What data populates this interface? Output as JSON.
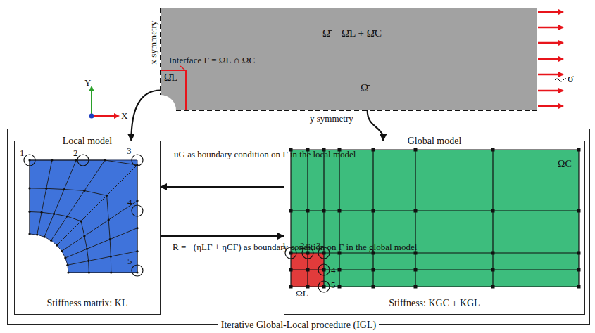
{
  "diagram": {
    "nodes": [
      {
        "text": [
          "Ω̄ = Ω̄L + Ω̄C",
          "Ω̄"
        ]
      },
      {
        "text": [
          "Ω̄L"
        ],
        "in": 0
      },
      {
        "text": [
          "Iterative Global-Local procedure (IGL)"
        ]
      },
      {
        "text": [
          "Local model",
          "Stiffness matrix: KL"
        ],
        "in": 2
      },
      {
        "text": [
          "Global model",
          "Stiffness: KGC + KGL",
          "ΩC"
        ],
        "in": 2
      }
    ],
    "edges": [
      {
        "from": 1,
        "to": 3,
        "arrow": "to"
      },
      {
        "from": 0,
        "to": 4,
        "arrow": "to"
      },
      {
        "from": 4,
        "to": 3,
        "label": "uG as boundary condition on Γ in the local model",
        "arrow": "to"
      },
      {
        "from": 3,
        "to": 4,
        "label": "R = −(ηLΓ + ηCΓ) as boundary condition on Γ in the global model",
        "arrow": "to"
      }
    ],
    "labels": [
      "x symmetry",
      "y symmetry",
      "Interface Γ = ΩL ∩ ΩC",
      "σ",
      "Y",
      "X",
      "1",
      "2",
      "3",
      "4",
      "5",
      "1",
      "2",
      "3",
      "4",
      "5",
      "ΩL"
    ]
  }
}
